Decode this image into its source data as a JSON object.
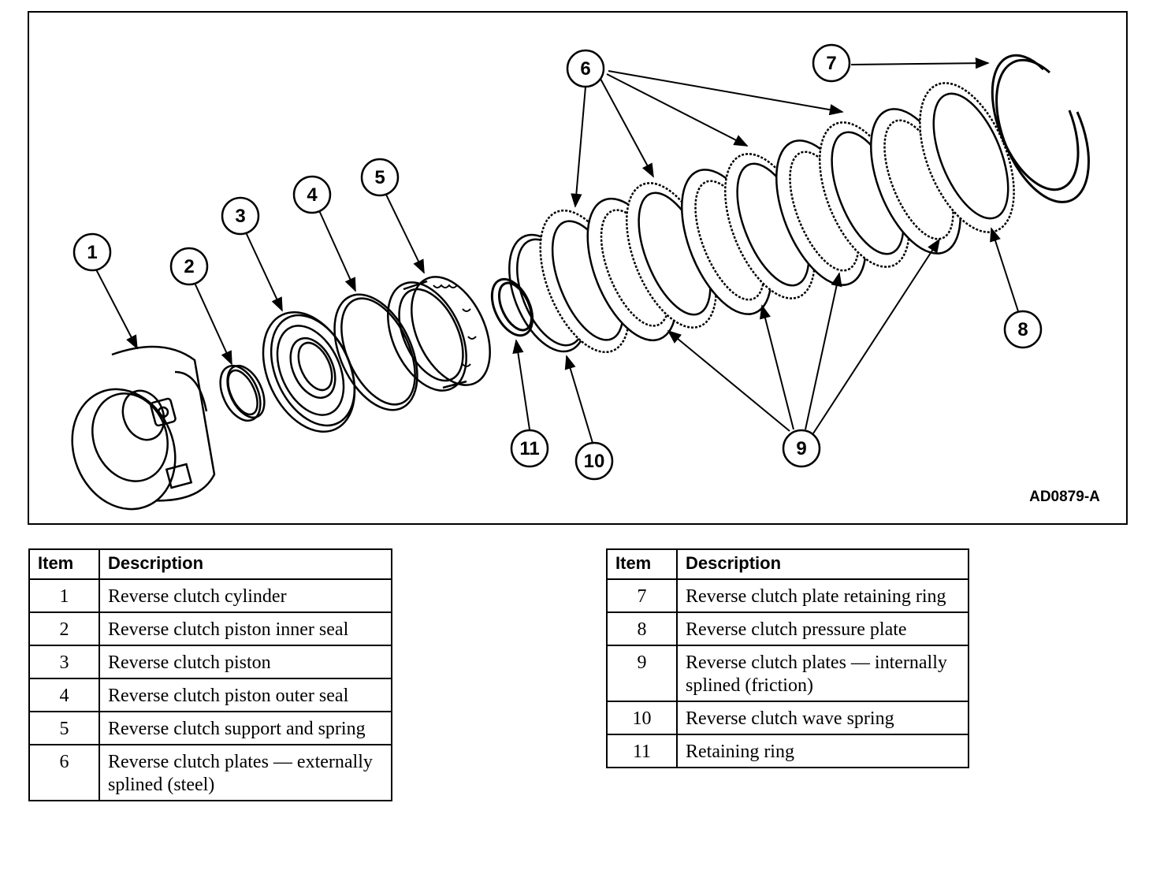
{
  "figure": {
    "id_label": "AD0879-A",
    "callouts": [
      "1",
      "2",
      "3",
      "4",
      "5",
      "6",
      "7",
      "8",
      "9",
      "10",
      "11"
    ]
  },
  "tables": {
    "header_item": "Item",
    "header_description": "Description",
    "left": [
      {
        "item": "1",
        "description": "Reverse clutch cylinder"
      },
      {
        "item": "2",
        "description": "Reverse clutch piston inner seal"
      },
      {
        "item": "3",
        "description": "Reverse clutch piston"
      },
      {
        "item": "4",
        "description": "Reverse clutch piston outer seal"
      },
      {
        "item": "5",
        "description": "Reverse clutch support and spring"
      },
      {
        "item": "6",
        "description": "Reverse clutch plates — externally splined (steel)"
      }
    ],
    "right": [
      {
        "item": "7",
        "description": "Reverse clutch plate retaining ring"
      },
      {
        "item": "8",
        "description": "Reverse clutch pressure plate"
      },
      {
        "item": "9",
        "description": "Reverse clutch plates — internally splined (friction)"
      },
      {
        "item": "10",
        "description": "Reverse clutch wave spring"
      },
      {
        "item": "11",
        "description": "Retaining ring"
      }
    ]
  }
}
